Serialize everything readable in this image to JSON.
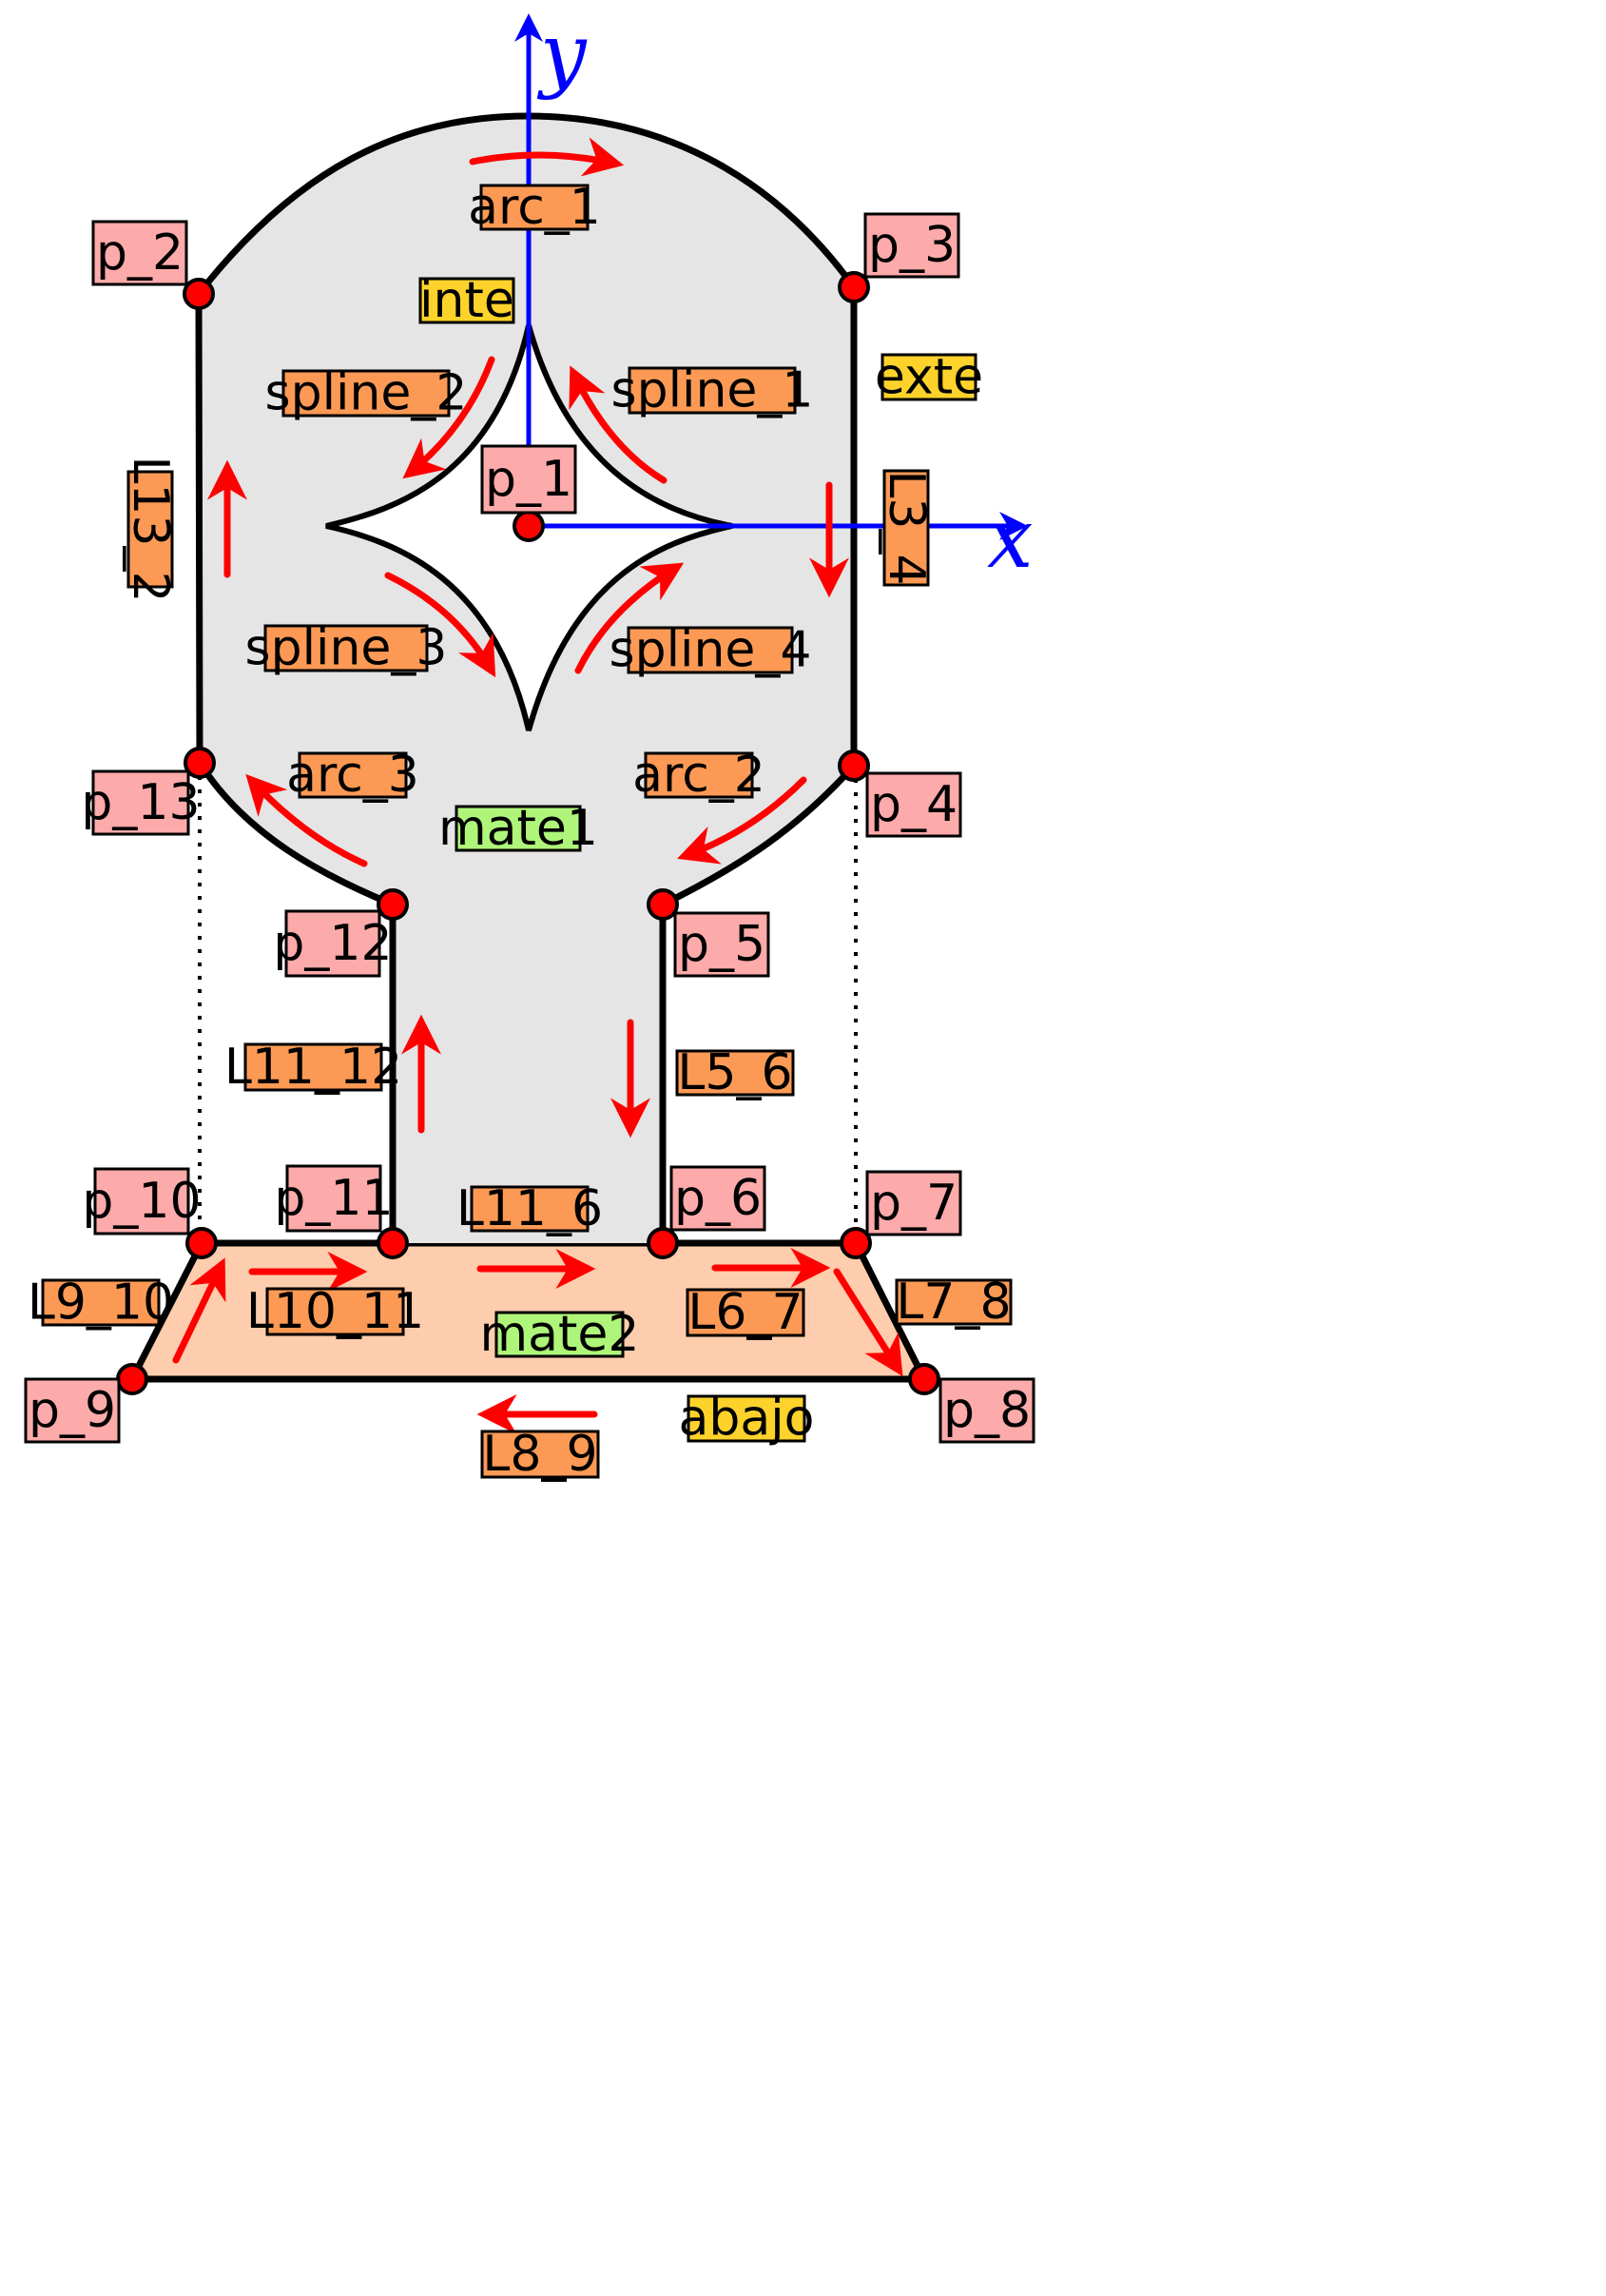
{
  "colors": {
    "region_upper": "#e5e5e5",
    "region_lower": "#fdcdad",
    "outline": "#000000",
    "axis": "#0000ff",
    "arrow": "#ff0000",
    "point": "#ff0000",
    "label_point": "#fdaaaa",
    "label_curve": "#fc9a55",
    "label_region": "#fdd22b",
    "label_material": "#aef57a"
  },
  "axes": {
    "x_label": "x",
    "y_label": "y"
  },
  "points": [
    "p_1",
    "p_2",
    "p_3",
    "p_4",
    "p_5",
    "p_6",
    "p_7",
    "p_8",
    "p_9",
    "p_10",
    "p_11",
    "p_12",
    "p_13"
  ],
  "curves": [
    "arc_1",
    "arc_2",
    "arc_3",
    "spline_1",
    "spline_2",
    "spline_3",
    "spline_4",
    "L3_4",
    "L5_6",
    "L6_7",
    "L7_8",
    "L8_9",
    "L9_10",
    "L10_11",
    "L11_6",
    "L11_12",
    "L13_2"
  ],
  "regions": [
    "inte",
    "exte",
    "abajo"
  ],
  "materials": [
    "mate1",
    "mate2"
  ]
}
